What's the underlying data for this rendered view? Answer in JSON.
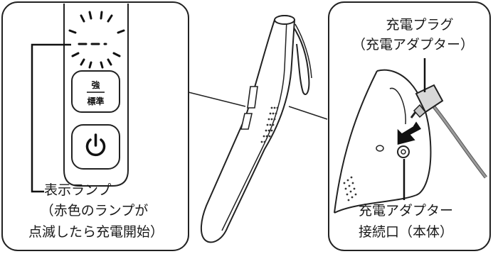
{
  "callouts": {
    "lamp": {
      "line1": "表示ランプ",
      "line2": "（赤色のランプが",
      "line3": "点滅したら充電開始）"
    },
    "plug": {
      "line1": "充電プラグ",
      "line2": "（充電アダプター）"
    },
    "port": {
      "line1": "充電アダプター",
      "line2": "接続口（本体）"
    }
  },
  "button_labels": {
    "strong": "強",
    "standard": "標準"
  },
  "icons": {
    "power": "power-icon",
    "lamp_blink": "blinking-lamp-icon",
    "insert_arrow": "down-arrow-icon"
  }
}
